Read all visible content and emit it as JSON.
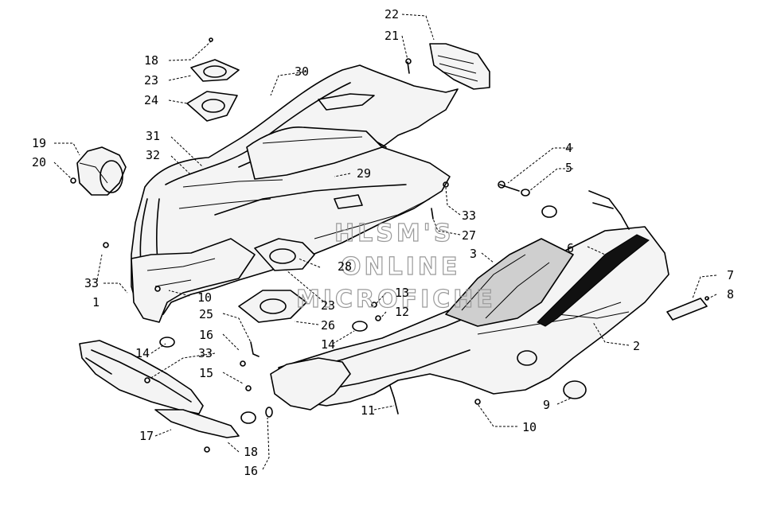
{
  "watermark": {
    "line1": "HLSM'S",
    "line2": "ONLINE",
    "line3": "MICROFICHE"
  },
  "callouts": {
    "c1": "1",
    "c2": "2",
    "c3": "3",
    "c4": "4",
    "c5": "5",
    "c6": "6",
    "c7": "7",
    "c8": "8",
    "c9": "9",
    "c10a": "10",
    "c10b": "10",
    "c11": "11",
    "c12": "12",
    "c13": "13",
    "c14a": "14",
    "c14b": "14",
    "c15": "15",
    "c16a": "16",
    "c16b": "16",
    "c17": "17",
    "c18a": "18",
    "c18b": "18",
    "c19": "19",
    "c20": "20",
    "c21": "21",
    "c22": "22",
    "c23a": "23",
    "c23b": "23",
    "c24": "24",
    "c25": "25",
    "c26": "26",
    "c27": "27",
    "c28": "28",
    "c29": "29",
    "c30": "30",
    "c31": "31",
    "c32": "32",
    "c33a": "33",
    "c33b": "33",
    "c33c": "33"
  }
}
